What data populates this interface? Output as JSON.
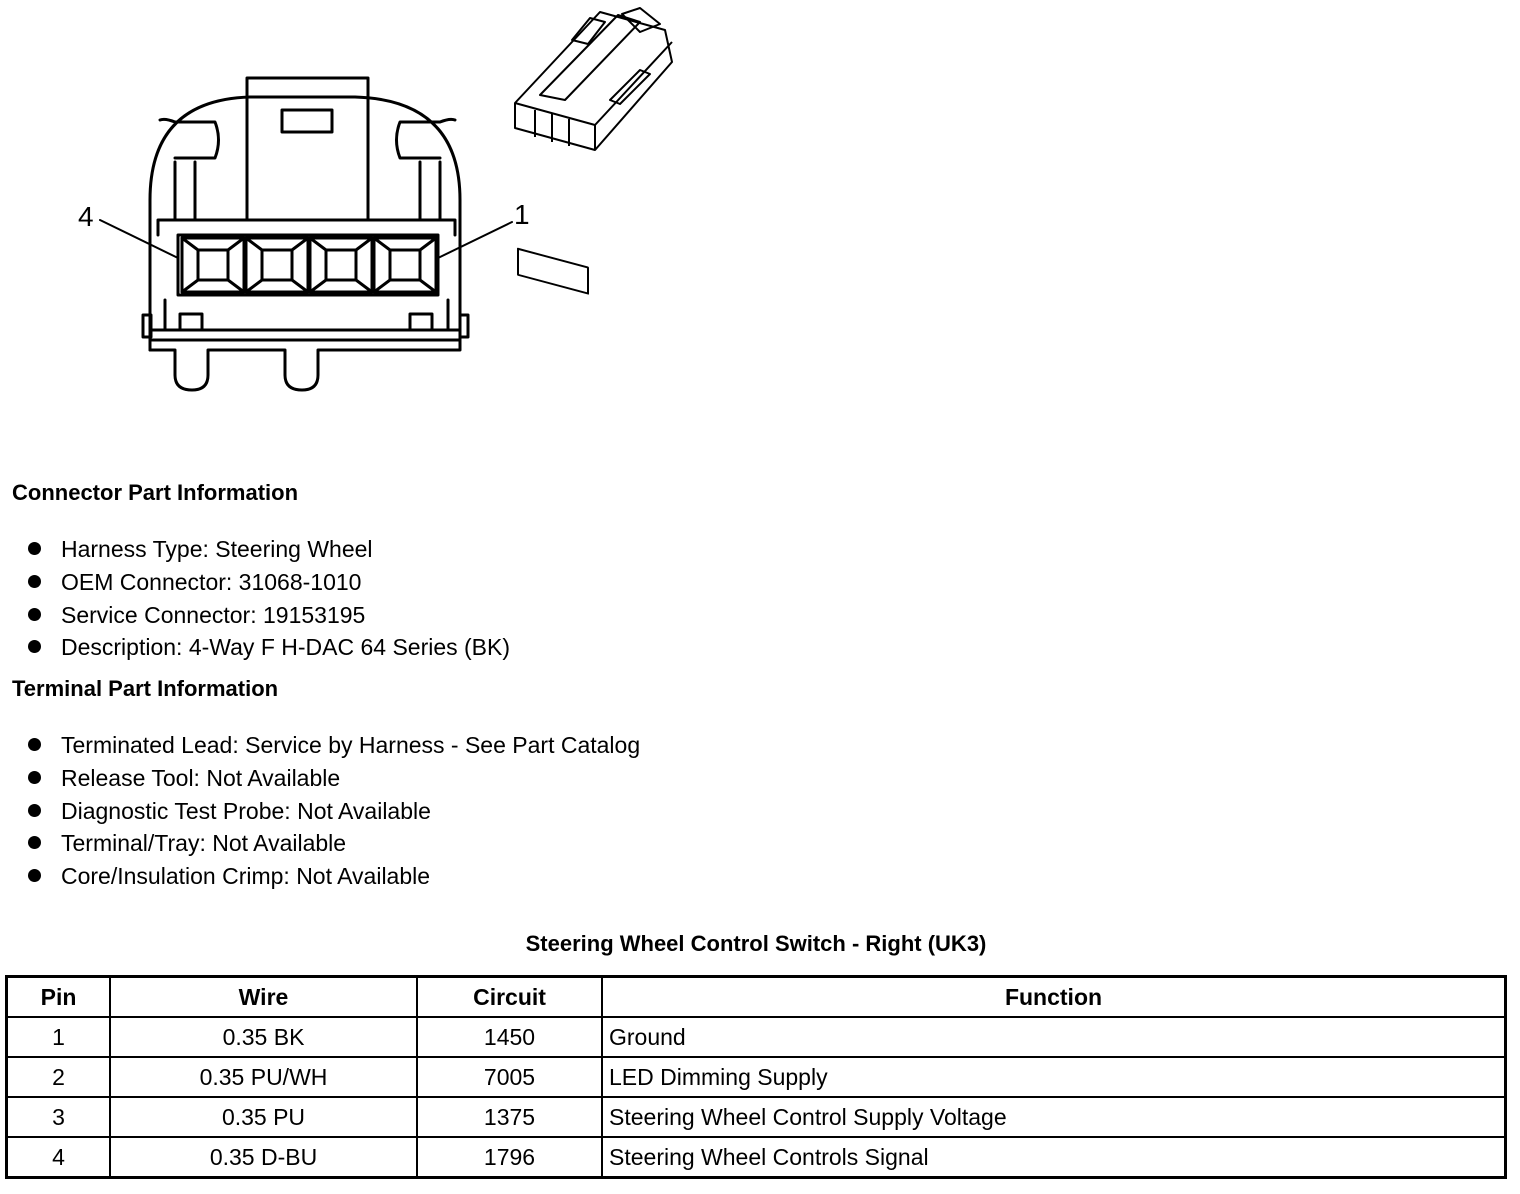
{
  "diagram": {
    "pin_label_left": "4",
    "pin_label_right": "1"
  },
  "connector_info": {
    "heading": "Connector Part Information",
    "items": [
      "Harness Type: Steering Wheel",
      "OEM Connector: 31068-1010",
      "Service Connector: 19153195",
      "Description: 4-Way F H-DAC 64 Series (BK)"
    ]
  },
  "terminal_info": {
    "heading": "Terminal Part Information",
    "items": [
      "Terminated Lead: Service by Harness - See Part Catalog",
      "Release Tool: Not Available",
      "Diagnostic Test Probe: Not Available",
      "Terminal/Tray: Not Available",
      "Core/Insulation Crimp: Not Available"
    ]
  },
  "pin_table": {
    "title": "Steering Wheel Control Switch - Right (UK3)",
    "headers": [
      "Pin",
      "Wire",
      "Circuit",
      "Function"
    ],
    "rows": [
      [
        "1",
        "0.35 BK",
        "1450",
        "Ground"
      ],
      [
        "2",
        "0.35 PU/WH",
        "7005",
        "LED Dimming Supply"
      ],
      [
        "3",
        "0.35 PU",
        "1375",
        "Steering Wheel Control Supply Voltage"
      ],
      [
        "4",
        "0.35 D-BU",
        "1796",
        "Steering Wheel Controls Signal"
      ]
    ]
  }
}
